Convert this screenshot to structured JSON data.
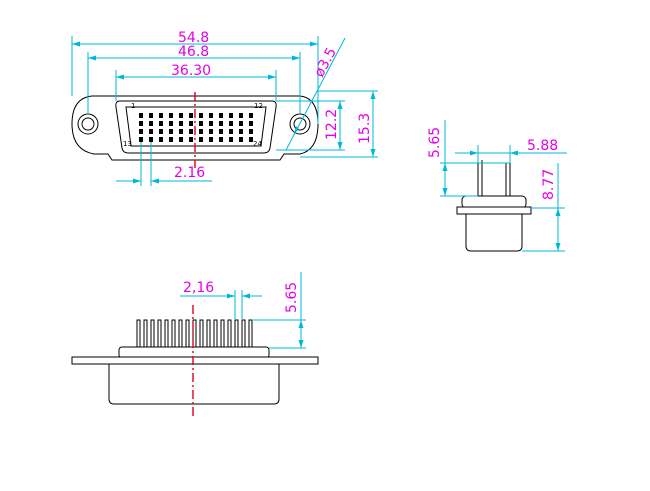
{
  "front_view": {
    "overall_width": "54.8",
    "mount_spacing": "46.8",
    "body_width": "36.30",
    "hole_diameter": "ø3.5",
    "height_inner": "12.2",
    "height_outer": "15.3",
    "pitch": "2.16",
    "pin_labels": {
      "top_left": "1",
      "top_right": "12",
      "bottom_left": "13",
      "bottom_right": "24"
    }
  },
  "side_view": {
    "pin_length": "5.65",
    "pin_spacing": "5.88",
    "body_depth": "8.77"
  },
  "bottom_view": {
    "pitch": "2,16",
    "pin_length": "5.65"
  }
}
